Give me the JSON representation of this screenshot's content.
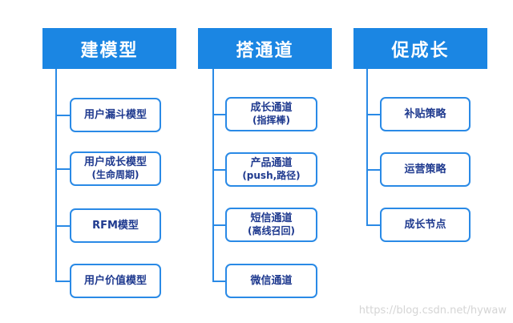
{
  "columns": [
    {
      "header": "建模型",
      "items": [
        {
          "label": "用户漏斗模型",
          "sub": ""
        },
        {
          "label": "用户成长模型",
          "sub": "(生命周期)"
        },
        {
          "label": "RFM模型",
          "sub": ""
        },
        {
          "label": "用户价值模型",
          "sub": ""
        }
      ]
    },
    {
      "header": "搭通道",
      "items": [
        {
          "label": "成长通道",
          "sub": "(指挥棒)"
        },
        {
          "label": "产品通道",
          "sub": "(push,路径)"
        },
        {
          "label": "短信通道",
          "sub": "(离线召回)"
        },
        {
          "label": "微信通道",
          "sub": ""
        }
      ]
    },
    {
      "header": "促成长",
      "items": [
        {
          "label": "补贴策略",
          "sub": ""
        },
        {
          "label": "运营策略",
          "sub": ""
        },
        {
          "label": "成长节点",
          "sub": ""
        }
      ]
    }
  ],
  "watermark": "https://blog.csdn.net/hywaw",
  "colors": {
    "header_bg": "#1b86e3",
    "border": "#2a8ae6",
    "item_text": "#1f3a8f"
  }
}
